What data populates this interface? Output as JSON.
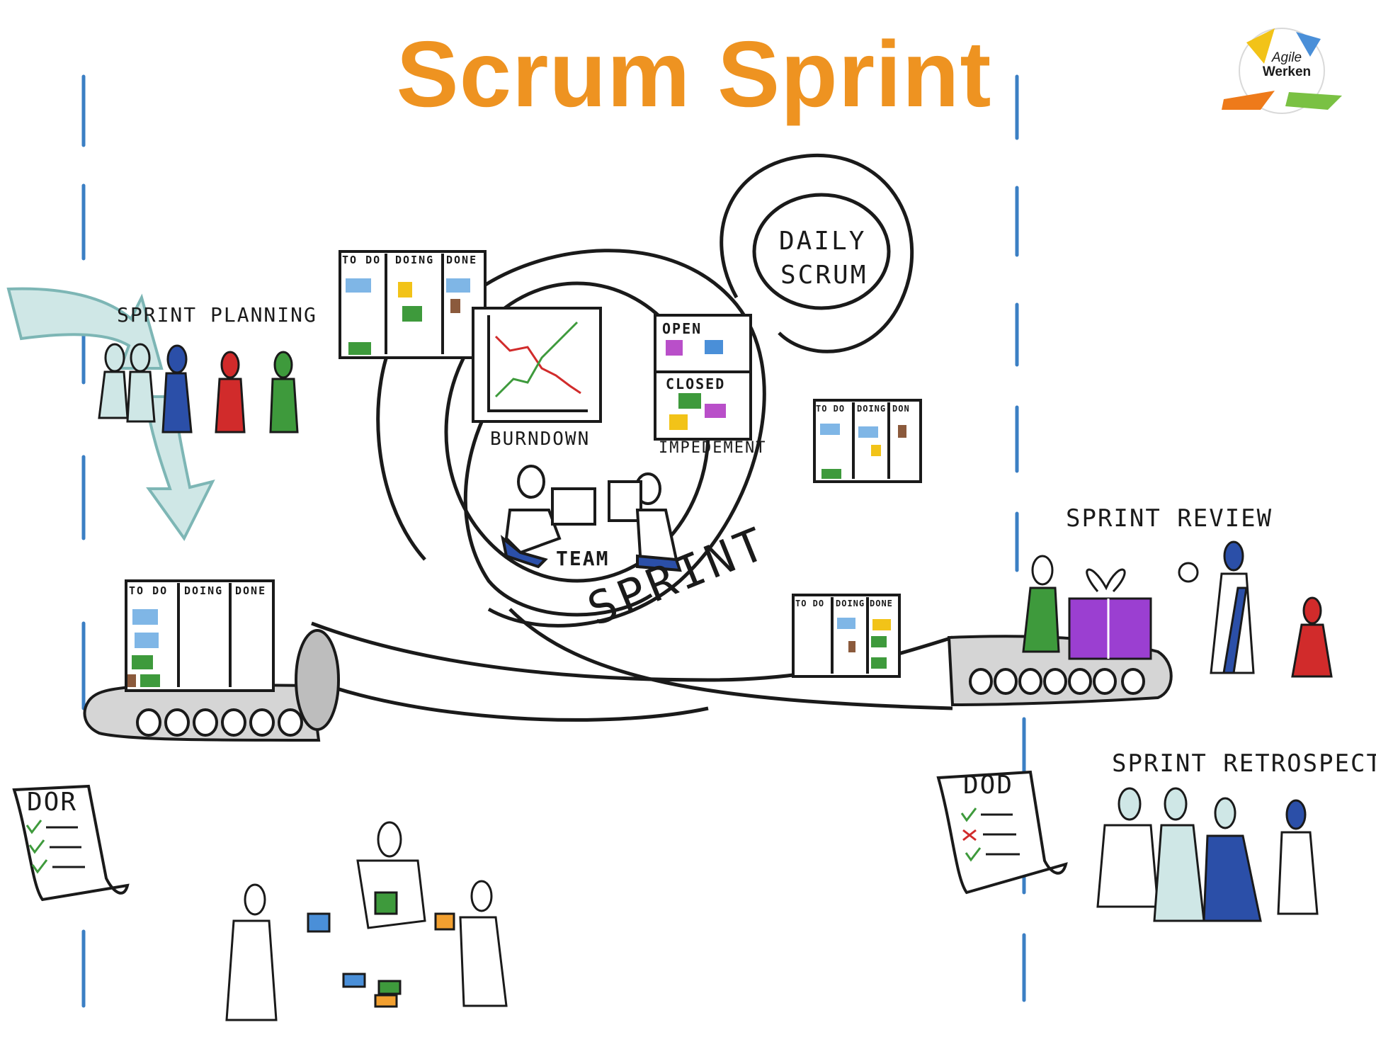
{
  "title": "Scrum Sprint",
  "logo": {
    "line1": "Agile",
    "line2": "Werken"
  },
  "labels": {
    "sprint_planning": "SPRINT PLANNING",
    "daily_scrum_line1": "DAILY",
    "daily_scrum_line2": "SCRUM",
    "burndown": "BURNDOWN",
    "impediment": "IMPEDEMENT",
    "open": "OPEN",
    "closed": "CLOSED",
    "team": "TEAM",
    "sprint": "SPRINT",
    "sprint_review": "SPRINT REVIEW",
    "sprint_retrospective": "SPRINT RETROSPECTIVE",
    "dor": "DOR",
    "dod": "DOD"
  },
  "boards": {
    "todo": "TO DO",
    "doing": "DOING",
    "done": "DONE",
    "doing_short": "DOING",
    "done_short": "DON"
  },
  "colors": {
    "title": "#ee9321",
    "divider": "#3b7fc4",
    "blue": "#2b4fa8",
    "red": "#d12b2b",
    "green": "#3e9a3c",
    "purple": "#9b3fd1",
    "teal": "#8fc9c9",
    "yellow": "#f2c318",
    "light_blue": "#7fb6e6"
  }
}
